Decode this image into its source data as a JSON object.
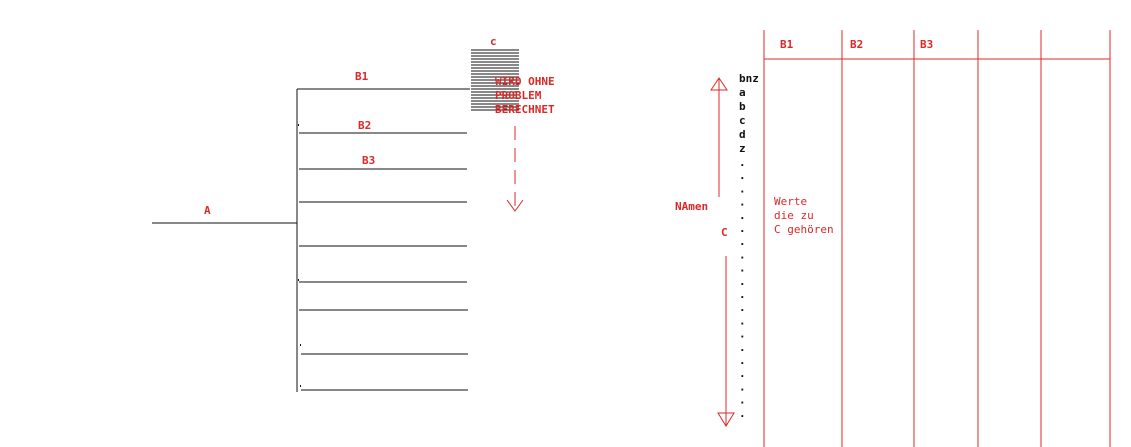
{
  "colors": {
    "accent": "#dc2828",
    "ink": "#111111"
  },
  "tree": {
    "root_label": "A",
    "branch_labels": [
      "B1",
      "B2",
      "B3"
    ],
    "note_label": "c",
    "note_text": [
      "WIRD OHNE",
      "PROBLEM",
      "BERECHNET"
    ]
  },
  "list": {
    "names_label": "NAmen",
    "c_label": "C",
    "items": [
      "bnz",
      "a",
      "b",
      "c",
      "d",
      "z"
    ],
    "dots_count": 20,
    "values_text": [
      "Werte",
      "die zu",
      "C gehören"
    ],
    "column_headers": [
      "B1",
      "B2",
      "B3",
      "",
      ""
    ]
  }
}
